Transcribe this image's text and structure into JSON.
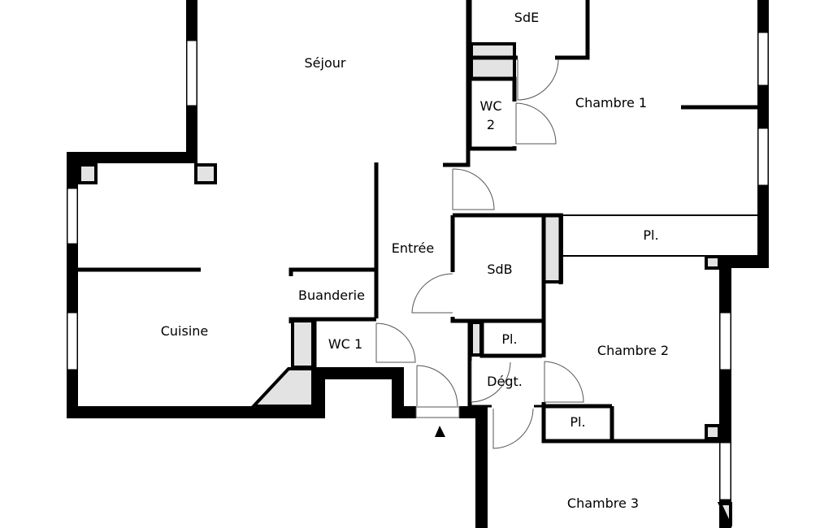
{
  "rooms": {
    "sejour": "Séjour",
    "sde": "SdE",
    "chambre1": "Chambre 1",
    "wc2_line1": "WC",
    "wc2_line2": "2",
    "entree": "Entrée",
    "sdb": "SdB",
    "placard1": "Pl.",
    "buanderie": "Buanderie",
    "cuisine": "Cuisine",
    "wc1": "WC 1",
    "placard2": "Pl.",
    "chambre2": "Chambre 2",
    "degt": "Dégt.",
    "placard3": "Pl.",
    "chambre3": "Chambre 3"
  },
  "colors": {
    "wall": "#000000",
    "shaft": "#e3e3e3"
  }
}
